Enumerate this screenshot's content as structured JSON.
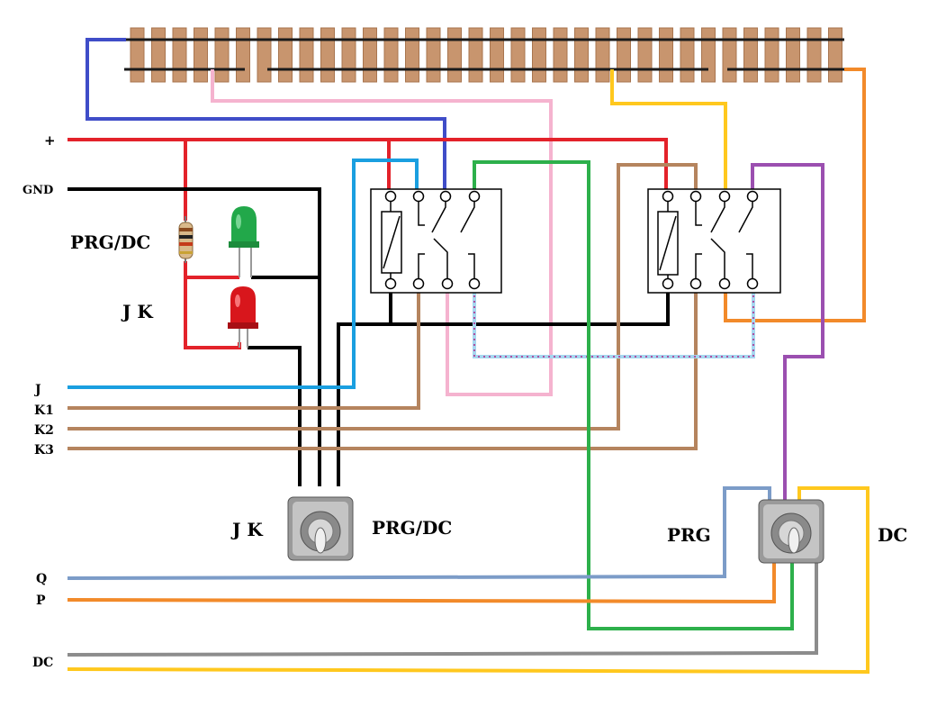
{
  "labels": {
    "plus": "+",
    "gnd": "GND",
    "j": "J",
    "k1": "K1",
    "k2": "K2",
    "k3": "K3",
    "q": "Q",
    "p": "P",
    "dc_left": "DC",
    "led_prg_dc": "PRG/DC",
    "led_jk": "J K",
    "switch1_left": "J K",
    "switch1_right": "PRG/DC",
    "switch2_left": "PRG",
    "switch2_right": "DC"
  },
  "colors": {
    "plus": "#e3222a",
    "ground": "#000000",
    "j": "#1a9fe0",
    "k": "#b5845e",
    "q": "#7c9cc8",
    "p": "#f28a2a",
    "dc_gray": "#8c8c8c",
    "dc_yellow": "#ffc81e",
    "blue": "#3f4dc8",
    "pink": "#f5b3cf",
    "green": "#2db04b",
    "purple": "#9b4fb0",
    "track_tie": "#c8956e",
    "led_green": "#22a84a",
    "led_red": "#d8161c"
  },
  "icons": [
    "resistor-icon",
    "led-green-icon",
    "led-red-icon",
    "relay-icon",
    "toggle-switch-icon",
    "track-icon"
  ]
}
